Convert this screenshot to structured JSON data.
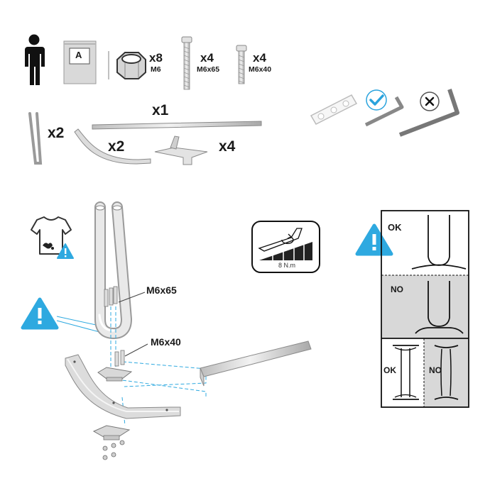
{
  "parts": {
    "bag_label": "A",
    "nut_qty": "x8",
    "nut_size": "M6",
    "bolt_long_qty": "x4",
    "bolt_long_size": "M6x65",
    "bolt_short_qty": "x4",
    "bolt_short_size": "M6x40",
    "tube_qty": "x1",
    "leg_qty": "x2",
    "foot_qty": "x2",
    "bracket_qty": "x4"
  },
  "assembly": {
    "bolt_long_callout": "M6x65",
    "bolt_short_callout": "M6x40",
    "torque_value": "8 N.m"
  },
  "check_panel": {
    "ok_label": "OK",
    "no_label": "NO",
    "ok_label_2": "OK",
    "no_label_2": "NO"
  },
  "colors": {
    "warning_blue": "#2ea9e0",
    "check_blue": "#29a3dd",
    "panel_grey": "#d8d8d8",
    "metal_fill": "#e4e4e4",
    "metal_stroke": "#8a8a8a"
  }
}
